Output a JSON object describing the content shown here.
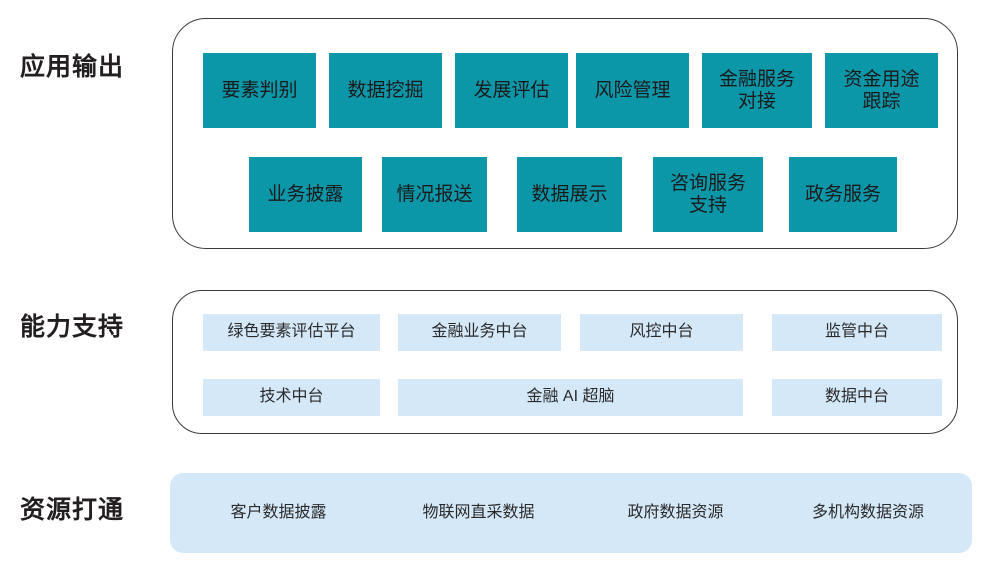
{
  "diagram": {
    "title_rows": [
      {
        "id": "application-output",
        "label": "应用输出"
      },
      {
        "id": "capability-support",
        "label": "能力支持"
      },
      {
        "id": "resource-integration",
        "label": "资源打通"
      }
    ],
    "colors": {
      "teal_tile": "#0c97a8",
      "light_blue_tile": "#d5e8f8",
      "outline": "#3a3a3a",
      "text_dark": "#231f20",
      "background": "#ffffff"
    }
  },
  "application_output": {
    "label": "应用输出",
    "row1": [
      {
        "label": "要素判别"
      },
      {
        "label": "数据挖掘"
      },
      {
        "label": "发展评估"
      },
      {
        "label": "风险管理"
      },
      {
        "label": "金融服务\n对接"
      },
      {
        "label": "资金用途\n跟踪"
      }
    ],
    "row2": [
      {
        "label": "业务披露"
      },
      {
        "label": "情况报送"
      },
      {
        "label": "数据展示"
      },
      {
        "label": "咨询服务\n支持"
      },
      {
        "label": "政务服务"
      }
    ]
  },
  "capability_support": {
    "label": "能力支持",
    "row1": [
      {
        "label": "绿色要素评估平台"
      },
      {
        "label": "金融业务中台"
      },
      {
        "label": "风控中台"
      },
      {
        "label": "监管中台"
      }
    ],
    "row2": [
      {
        "label": "技术中台"
      },
      {
        "label": "金融 AI 超脑"
      },
      {
        "label": "数据中台"
      }
    ]
  },
  "resource_integration": {
    "label": "资源打通",
    "items": [
      {
        "label": "客户数据披露"
      },
      {
        "label": "物联网直采数据"
      },
      {
        "label": "政府数据资源"
      },
      {
        "label": "多机构数据资源"
      }
    ]
  }
}
